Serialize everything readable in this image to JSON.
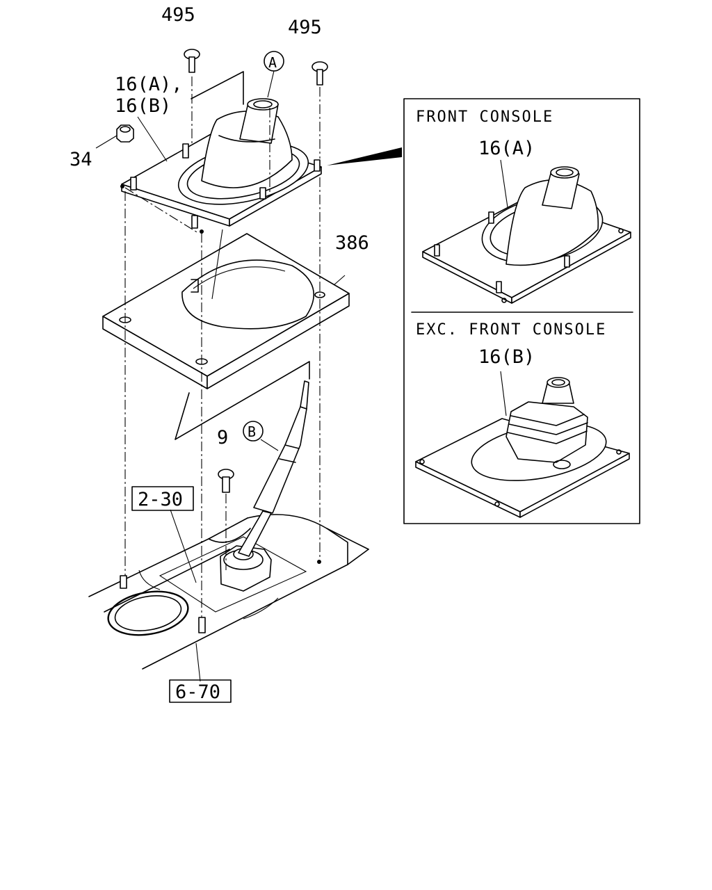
{
  "labels": {
    "part_495_left": "495",
    "part_495_right": "495",
    "part_16_line1": "16(A),",
    "part_16_line2": "16(B)",
    "part_34": "34",
    "part_386": "386",
    "part_9": "9",
    "ref_2_30": "2-30",
    "ref_6_70": "6-70",
    "callout_a": "A",
    "callout_b": "B"
  },
  "inset": {
    "front_console_title": "FRONT CONSOLE",
    "front_console_part": "16(A)",
    "exc_front_console_title": "EXC. FRONT CONSOLE",
    "exc_front_console_part": "16(B)"
  }
}
